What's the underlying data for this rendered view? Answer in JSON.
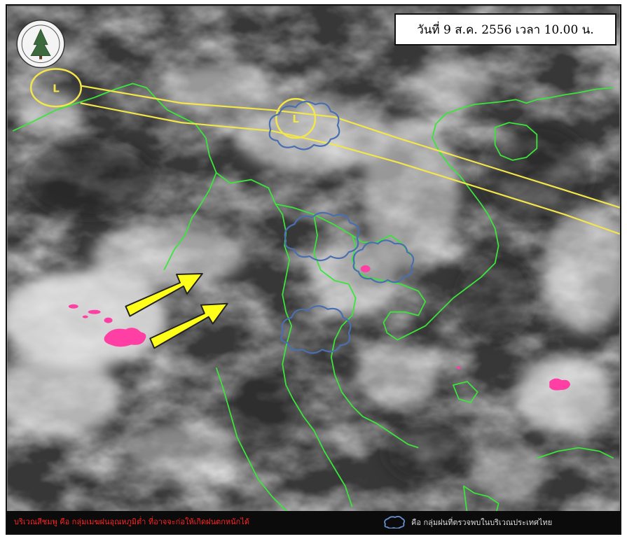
{
  "header": {
    "date_text": "วันที่ 9 ส.ค. 2556 เวลา 10.00 น."
  },
  "map_labels": {
    "low_pressure_label": "L"
  },
  "legend": {
    "left_text": "บริเวณสีชมพู คือ กลุ่มเมฆฝนอุณหภูมิต่ำ ที่อาจจะก่อให้เกิดฝนตกหนักได้",
    "right_text": "คือ กลุ่มฝนที่ตรวจพบในบริเวณประเทศไทย"
  },
  "colors": {
    "boundary": "#39e639",
    "trough": "#f3e64a",
    "cloud_outline": "#4a6fb0",
    "heavy_rain": "#ff3fa3",
    "arrow_fill": "#ffff1a",
    "annotation": "#e8731e",
    "warning_text": "#ff2222"
  },
  "icons": {
    "seal": "meteorological-department-seal-icon",
    "cloud": "rain-cloud-outline-icon",
    "arrow": "monsoon-arrow-icon"
  }
}
